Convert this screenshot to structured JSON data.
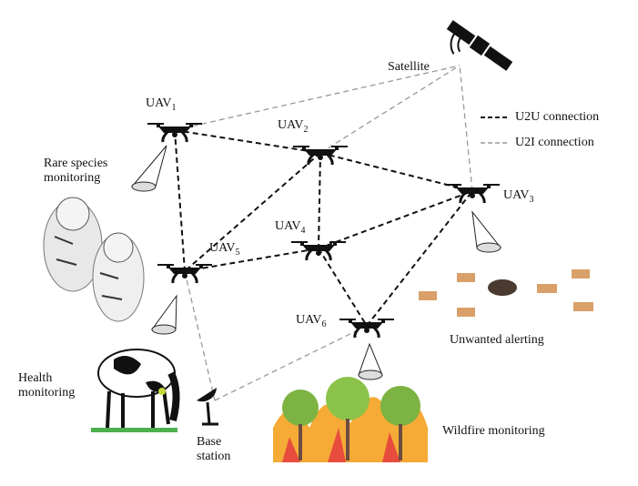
{
  "satellite_label": "Satellite",
  "legend": {
    "u2u": "U2U connection",
    "u2i": "U2I connection"
  },
  "uavs": [
    {
      "name": "UAV",
      "sub": "1"
    },
    {
      "name": "UAV",
      "sub": "2"
    },
    {
      "name": "UAV",
      "sub": "3"
    },
    {
      "name": "UAV",
      "sub": "4"
    },
    {
      "name": "UAV",
      "sub": "5"
    },
    {
      "name": "UAV",
      "sub": "6"
    }
  ],
  "applications": {
    "rare_species": "Rare species monitoring",
    "health": "Health monitoring",
    "unwanted": "Unwanted alerting",
    "wildfire": "Wildfire monitoring"
  },
  "base_station": "Base station",
  "colors": {
    "u2u": "#111111",
    "u2i": "#999999"
  }
}
